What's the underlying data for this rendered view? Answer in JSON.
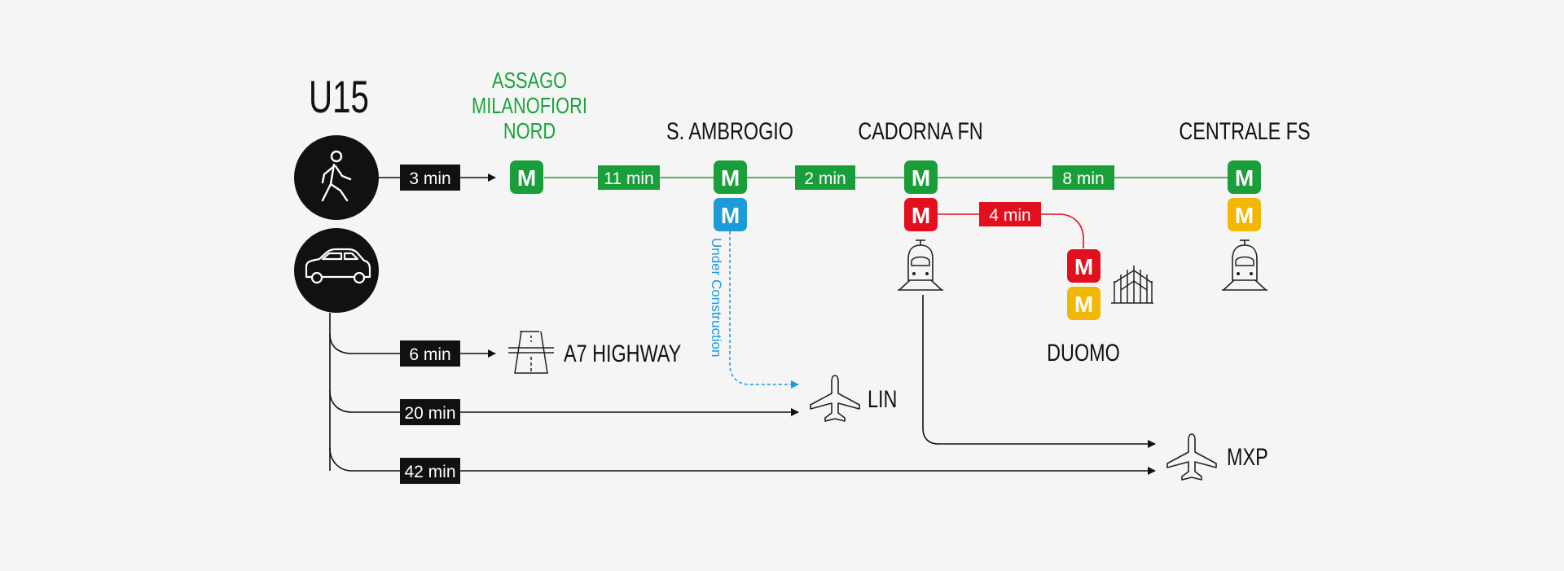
{
  "title": "U15",
  "colors": {
    "green": "#1a9e3a",
    "green_text": "#1aa33c",
    "blue": "#1d9ad8",
    "red": "#e2101e",
    "yellow": "#f2b705",
    "black": "#111111",
    "background": "#f5f5f5"
  },
  "metro_badge_letter": "M",
  "stations": {
    "assago": [
      "ASSAGO",
      "MILANOFIORI",
      "NORD"
    ],
    "sambrogio": "S. AMBROGIO",
    "cadorna": "CADORNA FN",
    "centrale": "CENTRALE FS",
    "duomo": "DUOMO"
  },
  "destinations": {
    "highway": "A7 HIGHWAY",
    "linate": "LIN",
    "malpensa": "MXP"
  },
  "times": {
    "walk": "3 min",
    "assago_sambrogio": "11 min",
    "sambrogio_cadorna": "2 min",
    "cadorna_centrale": "8 min",
    "cadorna_duomo": "4 min",
    "car_highway": "6 min",
    "car_linate": "20 min",
    "car_malpensa": "42 min"
  },
  "under_construction": "Under Construction",
  "icons": {
    "walk": "walking-person-icon",
    "car": "car-icon",
    "train": "train-icon",
    "plane": "airplane-icon",
    "highway": "highway-icon",
    "cathedral": "duomo-cathedral-icon"
  }
}
